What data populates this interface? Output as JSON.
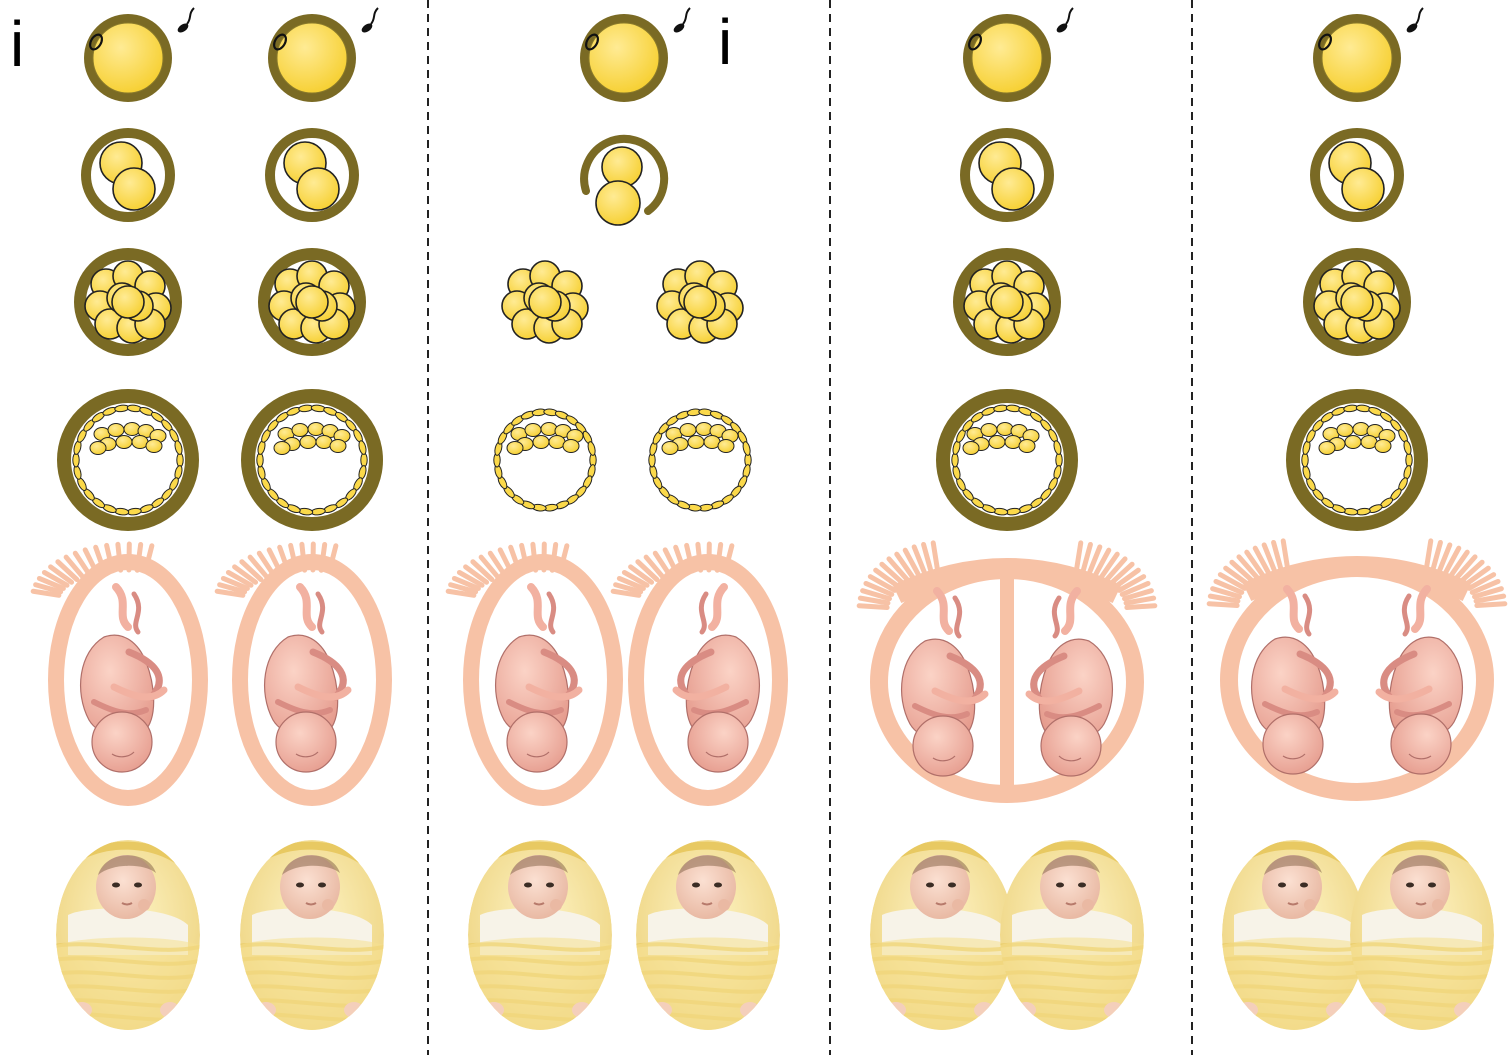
{
  "colors": {
    "background": "#ffffff",
    "zona_ring": "#7a6a24",
    "cell_fill": "#fbd94a",
    "cell_highlight": "#ffe98a",
    "cell_outline": "#222222",
    "sperm": "#111111",
    "placenta": "#f7c2a6",
    "fetus_skin": "#f2b1a1",
    "fetus_shade": "#d98c83",
    "fetus_outline": "#b06f69",
    "blanket": "#f6e08f",
    "blanket_shade": "#e8c962",
    "baby_skin": "#f4cfbb",
    "baby_hair": "#8a6a4e",
    "shirt": "#f7f3e8",
    "divider": "#222222"
  },
  "markers": [
    "i",
    "i"
  ],
  "panels": [
    {
      "id": "panel-1",
      "stages": [
        "fertilization",
        "two-cell",
        "morula",
        "blastocyst",
        "fetus",
        "newborn"
      ],
      "individuals": 2,
      "split_after": "none",
      "placenta": "separate",
      "amnion": "separate"
    },
    {
      "id": "panel-2",
      "stages": [
        "fertilization",
        "two-cell",
        "morula",
        "blastocyst",
        "fetus",
        "newborn"
      ],
      "individuals": 2,
      "split_after": "two-cell",
      "placenta": "separate",
      "amnion": "separate"
    },
    {
      "id": "panel-3",
      "stages": [
        "fertilization",
        "two-cell",
        "morula",
        "blastocyst",
        "fetus",
        "newborn"
      ],
      "individuals": 2,
      "split_after": "blastocyst",
      "placenta": "shared",
      "amnion": "separate"
    },
    {
      "id": "panel-4",
      "stages": [
        "fertilization",
        "two-cell",
        "morula",
        "blastocyst",
        "fetus",
        "newborn"
      ],
      "individuals": 2,
      "split_after": "blastocyst",
      "placenta": "shared",
      "amnion": "shared"
    }
  ],
  "icons": [
    "egg-icon",
    "sperm-icon",
    "two-cell-embryo-icon",
    "morula-icon",
    "blastocyst-icon",
    "placenta-icon",
    "fetus-icon",
    "newborn-baby-icon"
  ]
}
